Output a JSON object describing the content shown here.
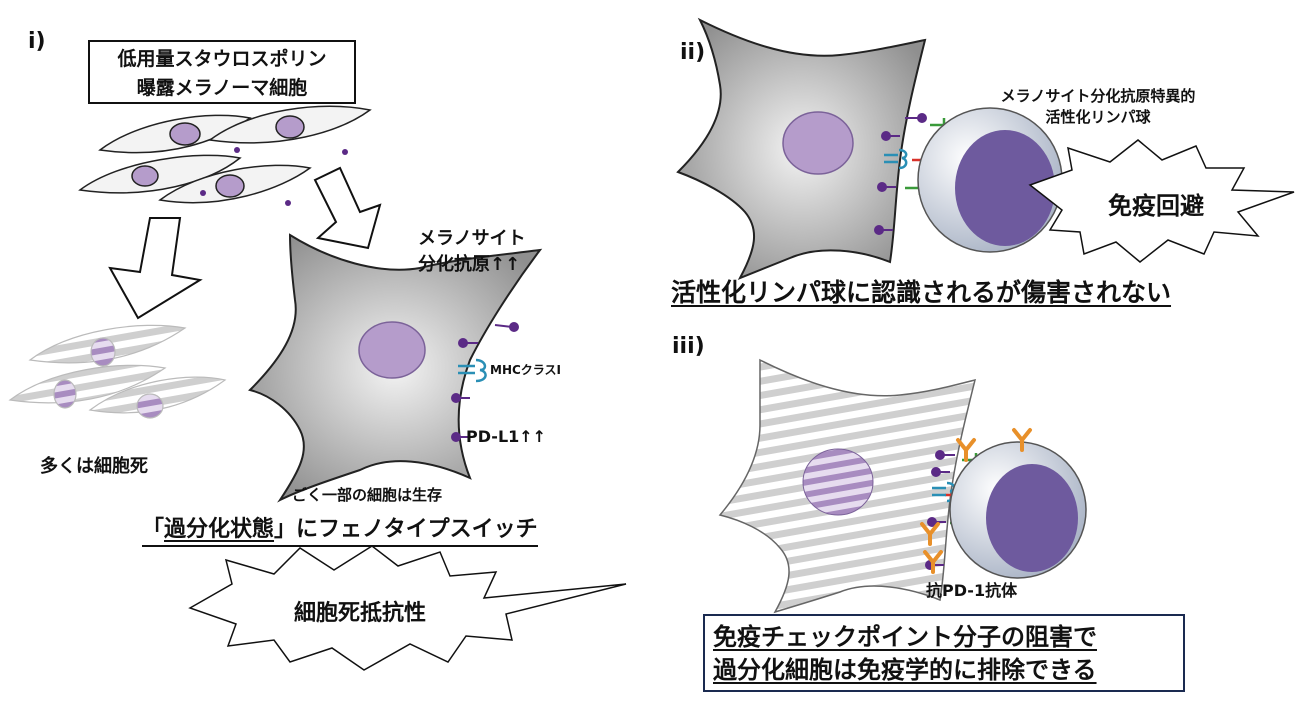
{
  "panel_i": {
    "label": "i)",
    "box_line1": "低用量スタウロスポリン",
    "box_line2": "曝露メラノーマ細胞",
    "death_caption": "多くは細胞死",
    "marker_line1": "メラノサイト",
    "marker_line2": "分化抗原↑↑",
    "mhc_label": "MHCクラスI",
    "pdl1_label": "PD-L1↑↑",
    "survive_caption": "ごく一部の細胞は生存",
    "switch_prefix": "「",
    "switch_emph": "過分化状態",
    "switch_suffix": "」にフェノタイプスイッチ",
    "burst_text": "細胞死抵抗性"
  },
  "panel_ii": {
    "label": "ii)",
    "lymph_line1": "メラノサイト分化抗原特異的",
    "lymph_line2": "活性化リンパ球",
    "burst_text": "免疫回避",
    "caption": "活性化リンパ球に認識されるが傷害されない"
  },
  "panel_iii": {
    "label": "iii)",
    "antibody_label": "抗PD-1抗体",
    "box_line1": "免疫チェックポイント分子の阻害で",
    "box_line2": "過分化細胞は免疫学的に排除できる"
  },
  "colors": {
    "nucleus": "#a88cc0",
    "lymph_nucleus": "#6e5a9e",
    "marker": "#5b2a86",
    "mhc": "#2a8fb5",
    "pd1": "#d9322a",
    "receptor": "#3a9a3a",
    "antibody": "#e8902a"
  }
}
